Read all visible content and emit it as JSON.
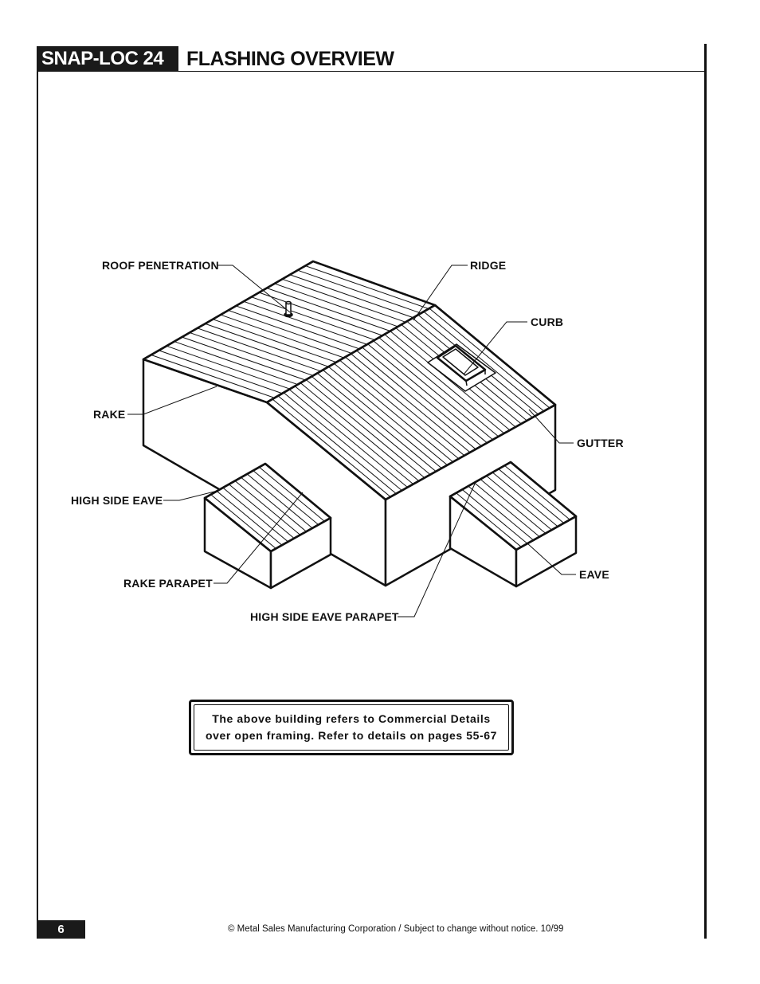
{
  "header": {
    "product": "SNAP-LOC 24",
    "title": "FLASHING OVERVIEW"
  },
  "callouts": {
    "roof_penetration": "ROOF PENETRATION",
    "ridge": "RIDGE",
    "curb": "CURB",
    "rake": "RAKE",
    "gutter": "GUTTER",
    "high_side_eave": "HIGH SIDE EAVE",
    "rake_parapet": "RAKE PARAPET",
    "eave": "EAVE",
    "high_side_eave_parapet": "HIGH SIDE EAVE PARAPET"
  },
  "note": {
    "line1": "The above building refers to Commercial Details",
    "line2": "over open framing. Refer to details on pages 55-67"
  },
  "footer": {
    "page_number": "6",
    "copyright": "© Metal Sales Manufacturing Corporation / Subject to change without notice. 10/99"
  }
}
